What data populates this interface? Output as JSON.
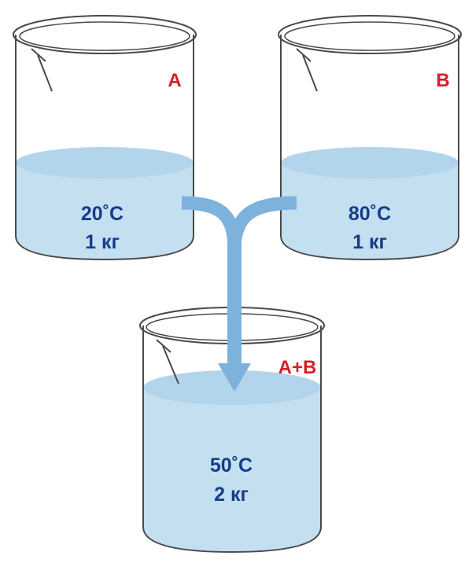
{
  "beakers": {
    "a": {
      "label": "A",
      "temperature": "20˚C",
      "mass": "1 кг"
    },
    "b": {
      "label": "B",
      "temperature": "80˚C",
      "mass": "1 кг"
    },
    "mix": {
      "label": "A+B",
      "temperature": "50˚C",
      "mass": "2 кг"
    }
  },
  "colors": {
    "water": "#c3dff0",
    "water_surface": "#b2d5ec",
    "glass_stroke": "#4a4a4a",
    "flow_arrow": "#7cb2dc",
    "label_red": "#d41f26",
    "text_blue": "#153d8a"
  }
}
